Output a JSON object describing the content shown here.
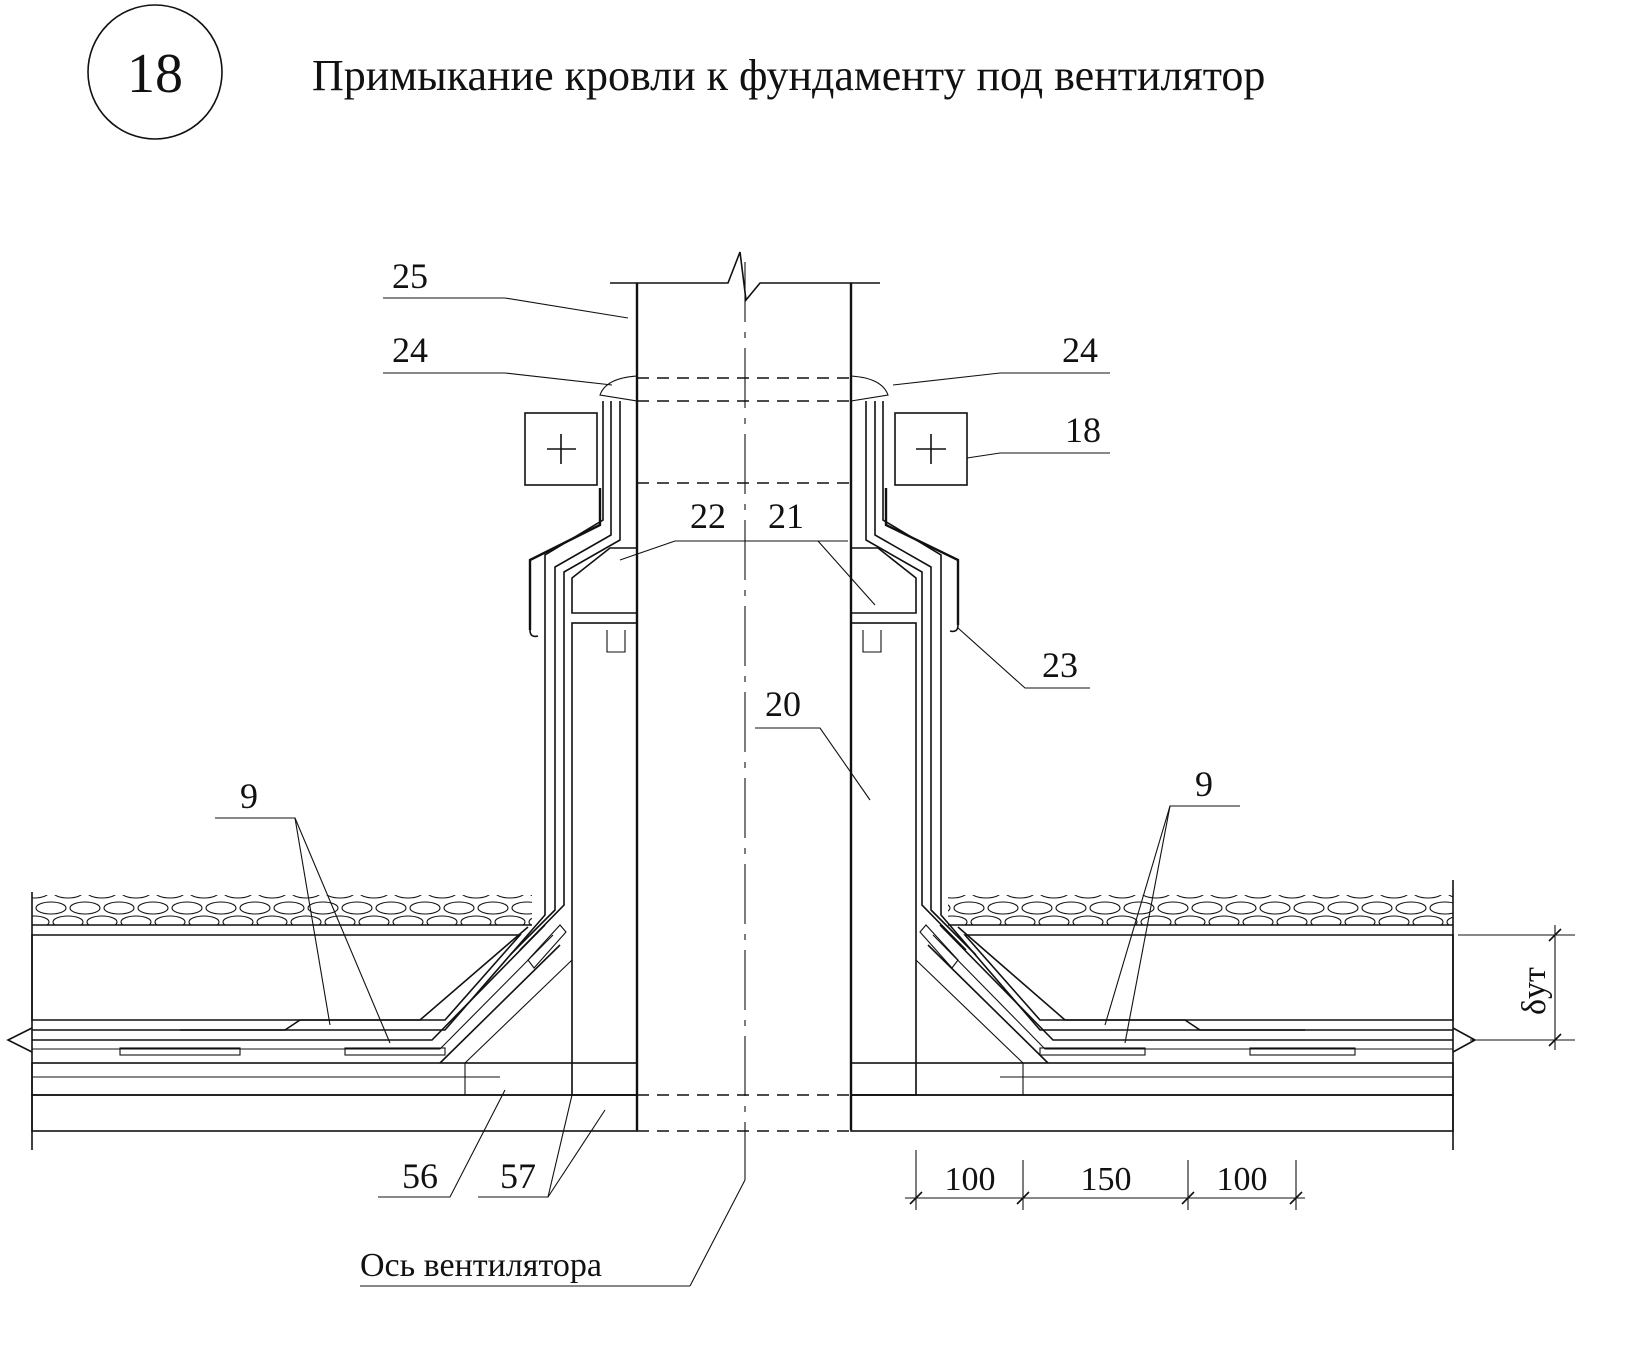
{
  "detail_number": "18",
  "title": "Примыкание кровли к фундаменту под вентилятор",
  "labels": {
    "l25": "25",
    "l24_left": "24",
    "l24_right": "24",
    "l18": "18",
    "l22": "22",
    "l21": "21",
    "l23": "23",
    "l20": "20",
    "l9_left": "9",
    "l9_right": "9",
    "l56": "56",
    "l57": "57",
    "axis": "Ось вентилятора",
    "delta": "δут"
  },
  "dimensions": [
    "100",
    "150",
    "100"
  ]
}
